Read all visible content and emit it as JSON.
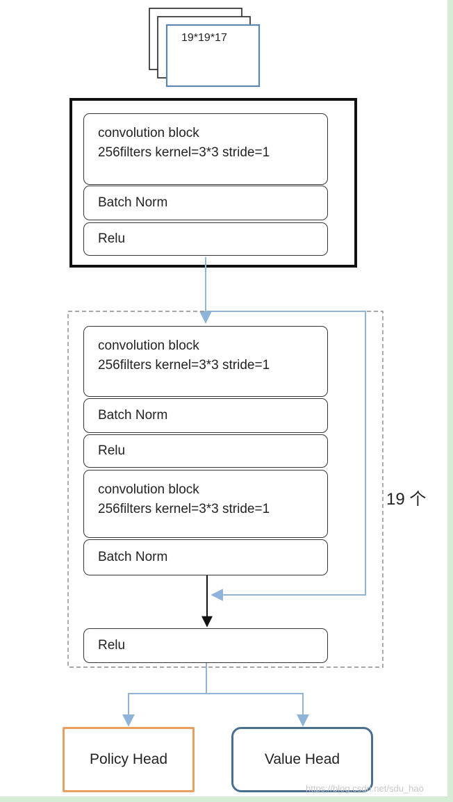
{
  "input": {
    "label": "19*19*17"
  },
  "stem": {
    "conv": {
      "line1": "convolution block",
      "line2": "256filters kernel=3*3 stride=1"
    },
    "bn": "Batch Norm",
    "relu": "Relu"
  },
  "residual_block": {
    "conv1": {
      "line1": "convolution block",
      "line2": "256filters kernel=3*3 stride=1"
    },
    "bn1": "Batch Norm",
    "relu1": "Relu",
    "conv2": {
      "line1": "convolution block",
      "line2": "256filters kernel=3*3 stride=1"
    },
    "bn2": "Batch Norm",
    "relu2": "Relu",
    "repeat_label": "19 个"
  },
  "heads": {
    "policy": "Policy Head",
    "value": "Value Head"
  },
  "watermark": "https://blog.csdn.net/sdu_hao",
  "colors": {
    "page_border": "#d6ecd6",
    "arrow_blue": "#8fb4d8",
    "policy_border": "#e8a060",
    "value_border": "#4a6e8e",
    "input_border": "#5b86ad"
  }
}
